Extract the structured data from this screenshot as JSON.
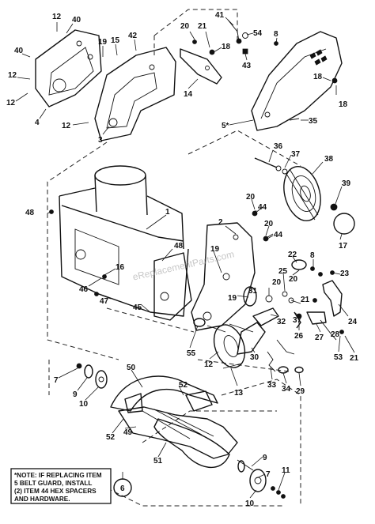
{
  "watermark": "eReplacementParts.com",
  "note": {
    "line1": "*NOTE: IF REPLACING ITEM",
    "line2": "5 BELT GUARD, INSTALL",
    "line3": "(2) ITEM 44 HEX SPACERS",
    "line4": "AND HARDWARE."
  },
  "callouts": {
    "c1": "12",
    "c2": "40",
    "c3": "40",
    "c4": "12",
    "c5": "12",
    "c6": "4",
    "c7": "19",
    "c8": "15",
    "c9": "42",
    "c10": "12",
    "c11": "3",
    "c12": "41",
    "c13": "20",
    "c14": "21",
    "c15": "54",
    "c16": "43",
    "c17": "18",
    "c18": "14",
    "c19": "8",
    "c20": "18",
    "c21": "18",
    "c22": "5*",
    "c23": "35",
    "c24": "36",
    "c25": "37",
    "c26": "38",
    "c27": "39",
    "c28": "17",
    "c29": "48",
    "c30": "1",
    "c31": "2",
    "c32": "20",
    "c33": "44",
    "c34": "20",
    "c35": "44",
    "c36": "48",
    "c37": "19",
    "c38": "16",
    "c39": "46",
    "c40": "47",
    "c41": "45",
    "c42": "22",
    "c43": "8",
    "c44": "20",
    "c45": "25",
    "c46": "20",
    "c47": "31",
    "c48": "19",
    "c49": "32",
    "c50": "21",
    "c51": "37",
    "c52": "23",
    "c53": "24",
    "c54": "26",
    "c55": "27",
    "c56": "28",
    "c57": "55",
    "c58": "12",
    "c59": "13",
    "c60": "30",
    "c61": "53",
    "c62": "21",
    "c63": "33",
    "c64": "34",
    "c65": "29",
    "c66": "7",
    "c67": "9",
    "c68": "10",
    "c69": "50",
    "c70": "52",
    "c71": "52",
    "c72": "49",
    "c73": "51",
    "c74": "6",
    "c75": "9",
    "c76": "7",
    "c77": "11",
    "c78": "10"
  }
}
